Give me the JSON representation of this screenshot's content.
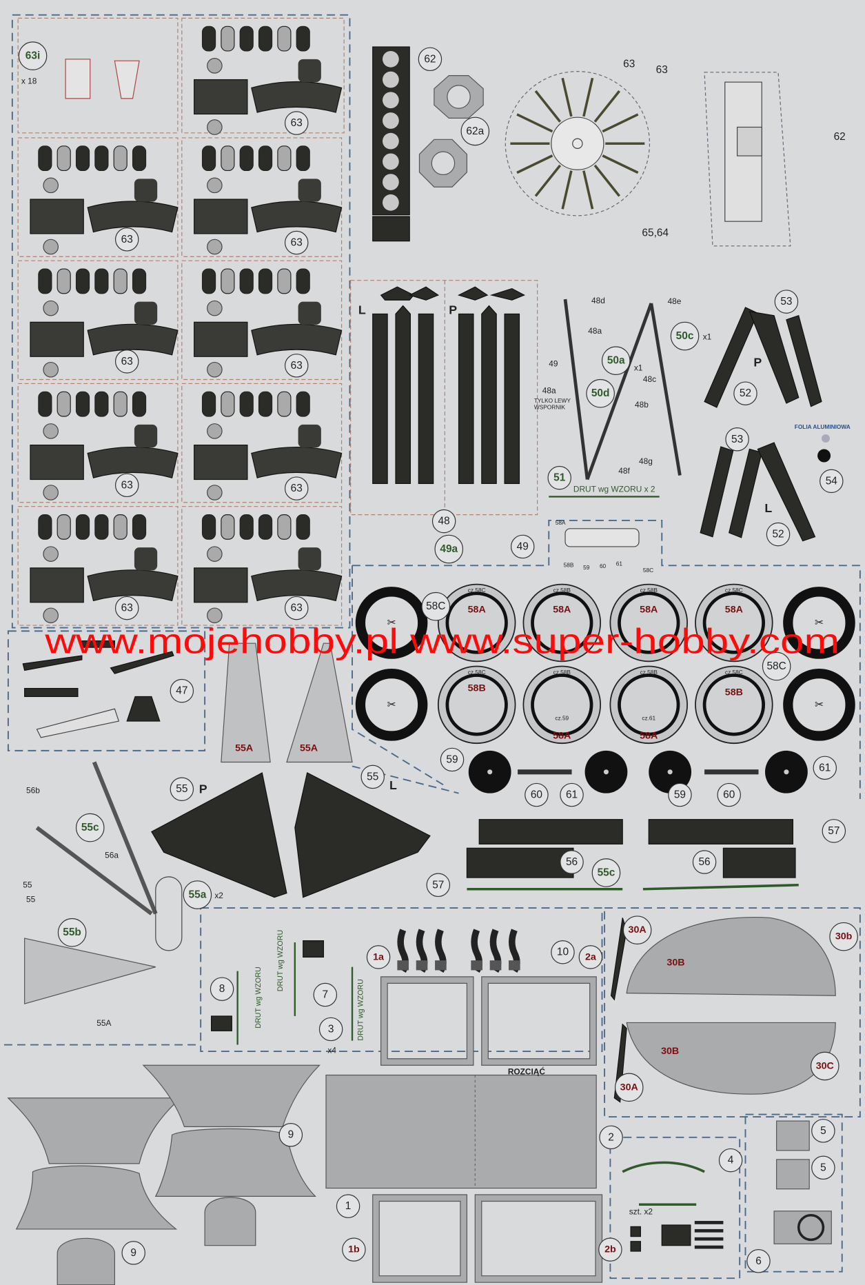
{
  "sheet": {
    "watermark": "www.mojehobby.pl www.super-hobby.com",
    "part_labels": [
      "63i",
      "63",
      "63",
      "63",
      "63",
      "63",
      "63",
      "63",
      "63",
      "63",
      "62",
      "62a",
      "48",
      "49a",
      "49",
      "50a",
      "50d",
      "50c",
      "51",
      "53",
      "52",
      "53",
      "54",
      "52",
      "47",
      "58C",
      "58C",
      "59",
      "60",
      "61",
      "59",
      "60",
      "61",
      "55",
      "55",
      "55c",
      "56",
      "56",
      "57",
      "57",
      "55c",
      "55a",
      "55b",
      "8",
      "7",
      "3",
      "1a",
      "10",
      "2a",
      "30A",
      "30b",
      "30A",
      "30C",
      "2",
      "9",
      "9",
      "1",
      "1b",
      "2b",
      "5",
      "5",
      "4",
      "6"
    ],
    "red_labels": [
      "55A",
      "55A",
      "58A",
      "58A",
      "58A",
      "58A",
      "58B",
      "58A",
      "58A",
      "58B",
      "30B",
      "30B"
    ],
    "annotations": {
      "x18": "x 18",
      "p63": "63",
      "p62": "62",
      "p6564": "65,64",
      "x1a": "x1",
      "x1c": "x1",
      "x2": "x2",
      "x4": "x4",
      "drut51": "DRUT wg WZORU x 2",
      "tylko": "TYLKO LEWY",
      "wspornik": "WSPORNIK",
      "folia": "FOLIA ALUMINIOWA",
      "rozciac": "ROZCIĄĆ",
      "szt": "szt. x2",
      "drut8": "DRUT wg WZORU",
      "drut7": "DRUT wg WZORU",
      "drut3": "DRUT wg WZORU",
      "P1": "P",
      "L1": "L",
      "P2": "P",
      "L2": "L",
      "P3": "P",
      "L3": "L",
      "p49": "49",
      "p48a": "48a",
      "p48d": "48d",
      "p48e": "48e",
      "p48a2": "48a",
      "p48b": "48b",
      "p48c": "48c",
      "p48f": "48f",
      "p48g": "48g",
      "p58A": "58A",
      "p58B": "58B",
      "p59s": "59",
      "p60s": "60",
      "p61s": "61",
      "p58Cs": "58C",
      "p56b": "56b",
      "p56a": "56a",
      "p55s": "55",
      "p55s2": "55",
      "p55As": "55A"
    },
    "ring_texts": [
      "cz.58C",
      "cz.58B",
      "cz.58B",
      "cz.58C",
      "cz.58C",
      "cz.58B",
      "cz.58B",
      "cz.58C",
      "cz.59",
      "cz.61"
    ],
    "colors": {
      "watermark": "#ff0a0a",
      "paper": "#d9dadc",
      "dark_part": "#2b2b27",
      "panel_border": "#4b6a8a"
    }
  }
}
